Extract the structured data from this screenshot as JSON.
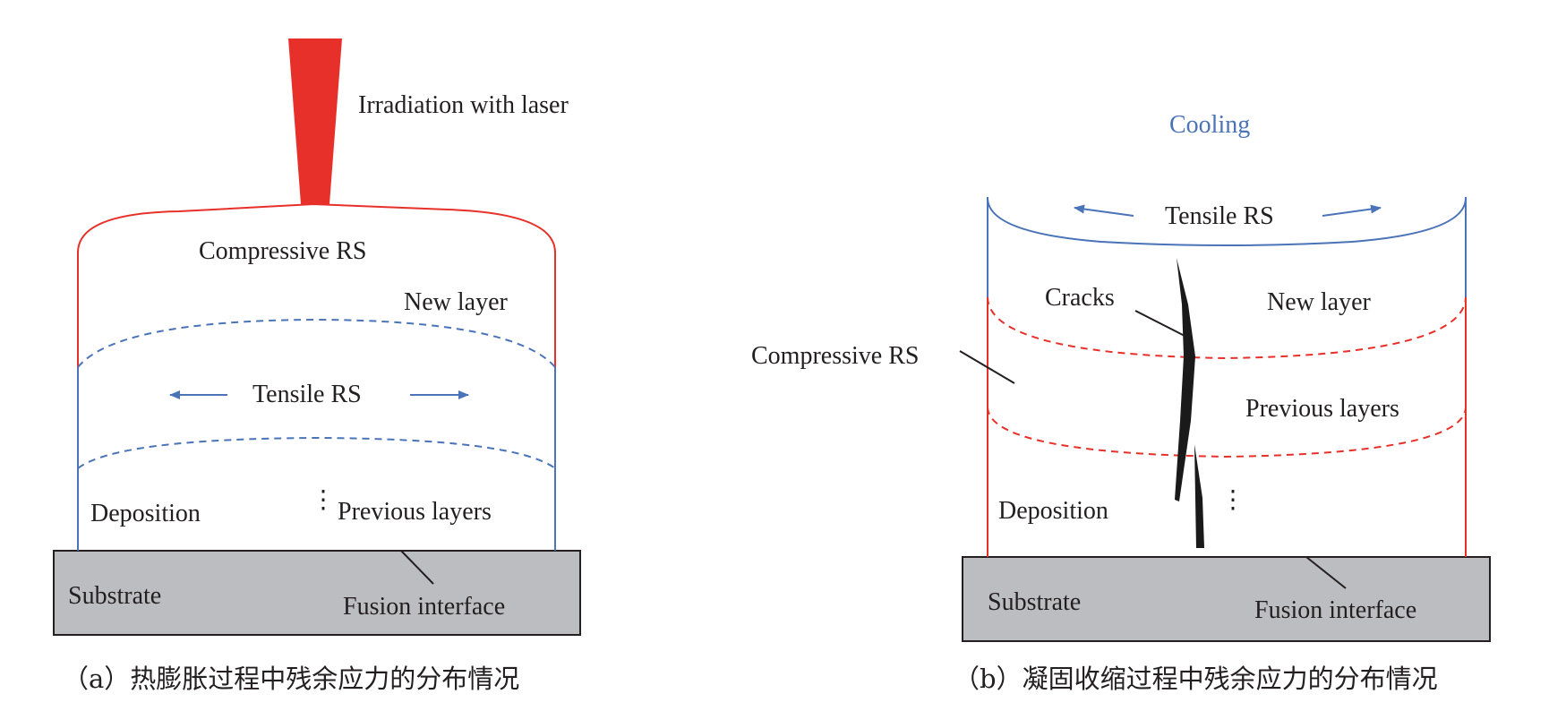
{
  "panel_a": {
    "laser_label": "Irradiation with laser",
    "compressive_label": "Compressive RS",
    "new_layer_label": "New layer",
    "tensile_label": "Tensile RS",
    "deposition_label": "Deposition",
    "ellipsis": "⋮",
    "previous_layers_label": "Previous layers",
    "substrate_label": "Substrate",
    "fusion_label": "Fusion interface",
    "caption": "（a）热膨胀过程中残余应力的分布情况"
  },
  "panel_b": {
    "cooling_label": "Cooling",
    "tensile_label": "Tensile RS",
    "cracks_label": "Cracks",
    "new_layer_label": "New layer",
    "compressive_label": "Compressive RS",
    "previous_layers_label": "Previous layers",
    "deposition_label": "Deposition",
    "ellipsis": "⋮",
    "substrate_label": "Substrate",
    "fusion_label": "Fusion interface",
    "caption": "（b）凝固收缩过程中残余应力的分布情况"
  },
  "colors": {
    "red": "#e8302a",
    "blue": "#4a73b8",
    "substrate_fill": "#bcbdc0",
    "crack": "#1a1a1a"
  }
}
